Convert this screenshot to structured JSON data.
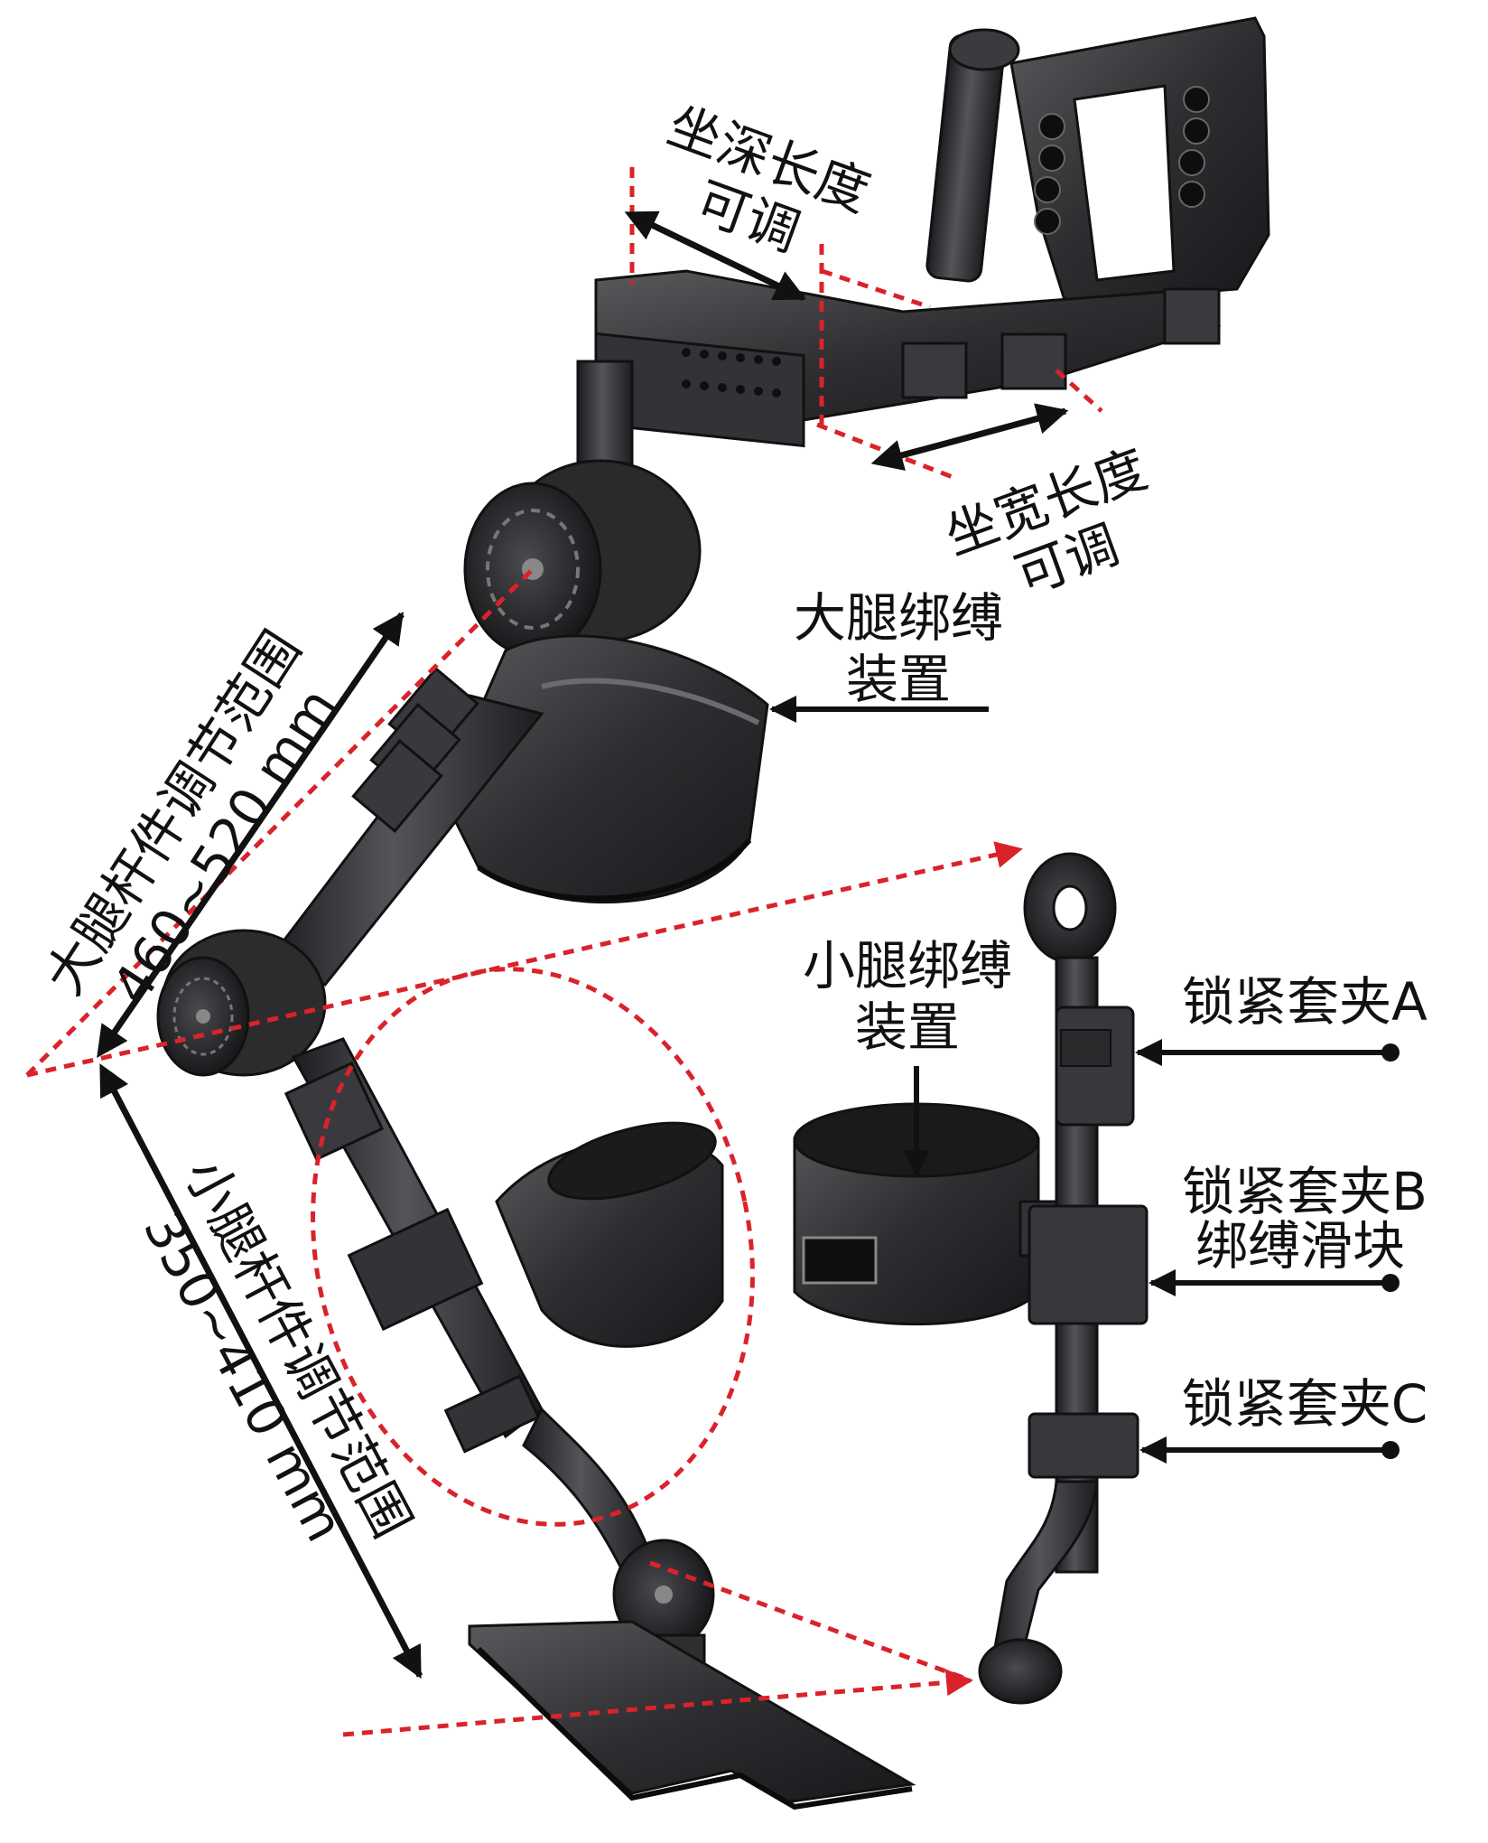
{
  "labels": {
    "seat_depth": [
      "坐深长度",
      "可调"
    ],
    "seat_width": [
      "坐宽长度",
      "可调"
    ],
    "thigh_strap": [
      "大腿绑缚",
      "装置"
    ],
    "thigh_range": [
      "大腿杆件调节范围",
      "460~520 mm"
    ],
    "calf_strap": [
      "小腿绑缚",
      "装置"
    ],
    "lock_a": "锁紧套夹A",
    "lock_b": "锁紧套夹B",
    "strap_slider": "绑缚滑块",
    "lock_c": "锁紧套夹C",
    "calf_range": [
      "小腿杆件调节范围",
      "350~410 mm"
    ]
  },
  "colors": {
    "metal": "#2b2a2c",
    "metal_light": "#4a494c",
    "metal_dark": "#161517",
    "guide": "#d9232a",
    "arrow": "#111111"
  }
}
